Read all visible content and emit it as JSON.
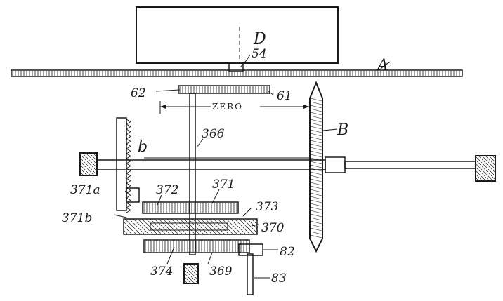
{
  "figure": {
    "labels": {
      "D": "D",
      "n54": "54",
      "A": "A",
      "n62": "62",
      "n61": "61",
      "zero": "ZERO",
      "B": "B",
      "n366": "366",
      "b": "b",
      "n371a": "371a",
      "n372": "372",
      "n371": "371",
      "n373": "373",
      "n371b": "371b",
      "n370": "370",
      "n82": "82",
      "n374": "374",
      "n369": "369",
      "n83": "83"
    }
  }
}
